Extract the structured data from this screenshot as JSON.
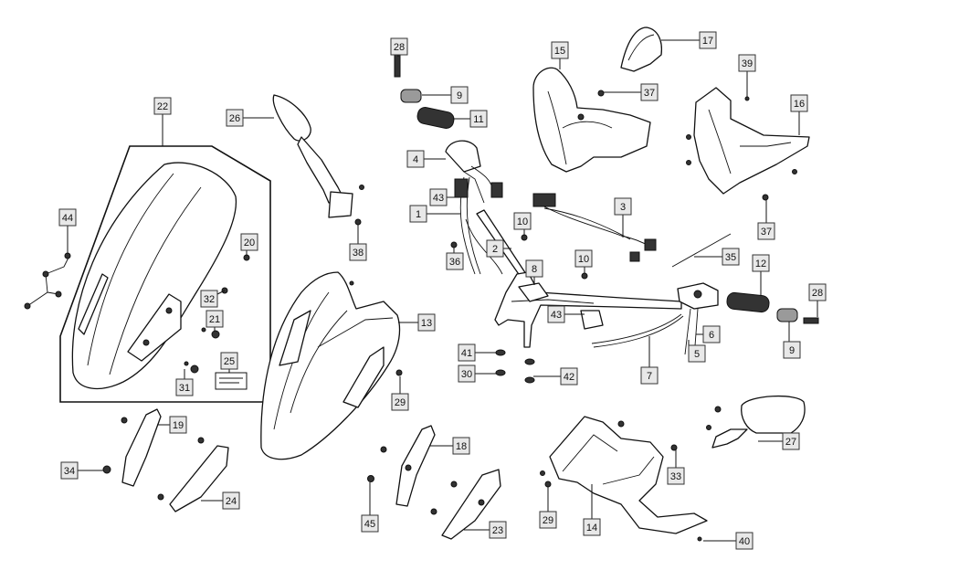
{
  "diagram": {
    "callouts": [
      {
        "id": "c-28a",
        "label": "28"
      },
      {
        "id": "c-9a",
        "label": "9"
      },
      {
        "id": "c-11",
        "label": "11"
      },
      {
        "id": "c-4",
        "label": "4"
      },
      {
        "id": "c-43a",
        "label": "43"
      },
      {
        "id": "c-1",
        "label": "1"
      },
      {
        "id": "c-10a",
        "label": "10"
      },
      {
        "id": "c-2",
        "label": "2"
      },
      {
        "id": "c-36",
        "label": "36"
      },
      {
        "id": "c-3",
        "label": "3"
      },
      {
        "id": "c-10b",
        "label": "10"
      },
      {
        "id": "c-8",
        "label": "8"
      },
      {
        "id": "c-35",
        "label": "35"
      },
      {
        "id": "c-12",
        "label": "12"
      },
      {
        "id": "c-28b",
        "label": "28"
      },
      {
        "id": "c-9b",
        "label": "9"
      },
      {
        "id": "c-6",
        "label": "6"
      },
      {
        "id": "c-5",
        "label": "5"
      },
      {
        "id": "c-7",
        "label": "7"
      },
      {
        "id": "c-43b",
        "label": "43"
      },
      {
        "id": "c-41",
        "label": "41"
      },
      {
        "id": "c-30",
        "label": "30"
      },
      {
        "id": "c-42",
        "label": "42"
      },
      {
        "id": "c-15",
        "label": "15"
      },
      {
        "id": "c-17",
        "label": "17"
      },
      {
        "id": "c-37a",
        "label": "37"
      },
      {
        "id": "c-39",
        "label": "39"
      },
      {
        "id": "c-16",
        "label": "16"
      },
      {
        "id": "c-37b",
        "label": "37"
      },
      {
        "id": "c-22",
        "label": "22"
      },
      {
        "id": "c-26",
        "label": "26"
      },
      {
        "id": "c-38",
        "label": "38"
      },
      {
        "id": "c-44",
        "label": "44"
      },
      {
        "id": "c-20",
        "label": "20"
      },
      {
        "id": "c-32",
        "label": "32"
      },
      {
        "id": "c-21",
        "label": "21"
      },
      {
        "id": "c-25",
        "label": "25"
      },
      {
        "id": "c-31",
        "label": "31"
      },
      {
        "id": "c-13",
        "label": "13"
      },
      {
        "id": "c-29a",
        "label": "29"
      },
      {
        "id": "c-19",
        "label": "19"
      },
      {
        "id": "c-34",
        "label": "34"
      },
      {
        "id": "c-24",
        "label": "24"
      },
      {
        "id": "c-18",
        "label": "18"
      },
      {
        "id": "c-45",
        "label": "45"
      },
      {
        "id": "c-23",
        "label": "23"
      },
      {
        "id": "c-33",
        "label": "33"
      },
      {
        "id": "c-29b",
        "label": "29"
      },
      {
        "id": "c-14",
        "label": "14"
      },
      {
        "id": "c-27",
        "label": "27"
      },
      {
        "id": "c-40",
        "label": "40"
      }
    ]
  }
}
